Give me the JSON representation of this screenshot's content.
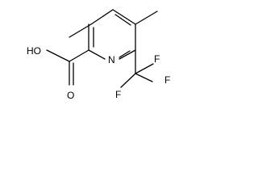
{
  "molecule": {
    "atoms": {
      "hydroxyl": "HO",
      "carbonyl_oxygen": "O",
      "ring_nitrogen": "N",
      "fluorine_top": "F",
      "fluorine_right": "F",
      "fluorine_bottom": "F"
    }
  }
}
